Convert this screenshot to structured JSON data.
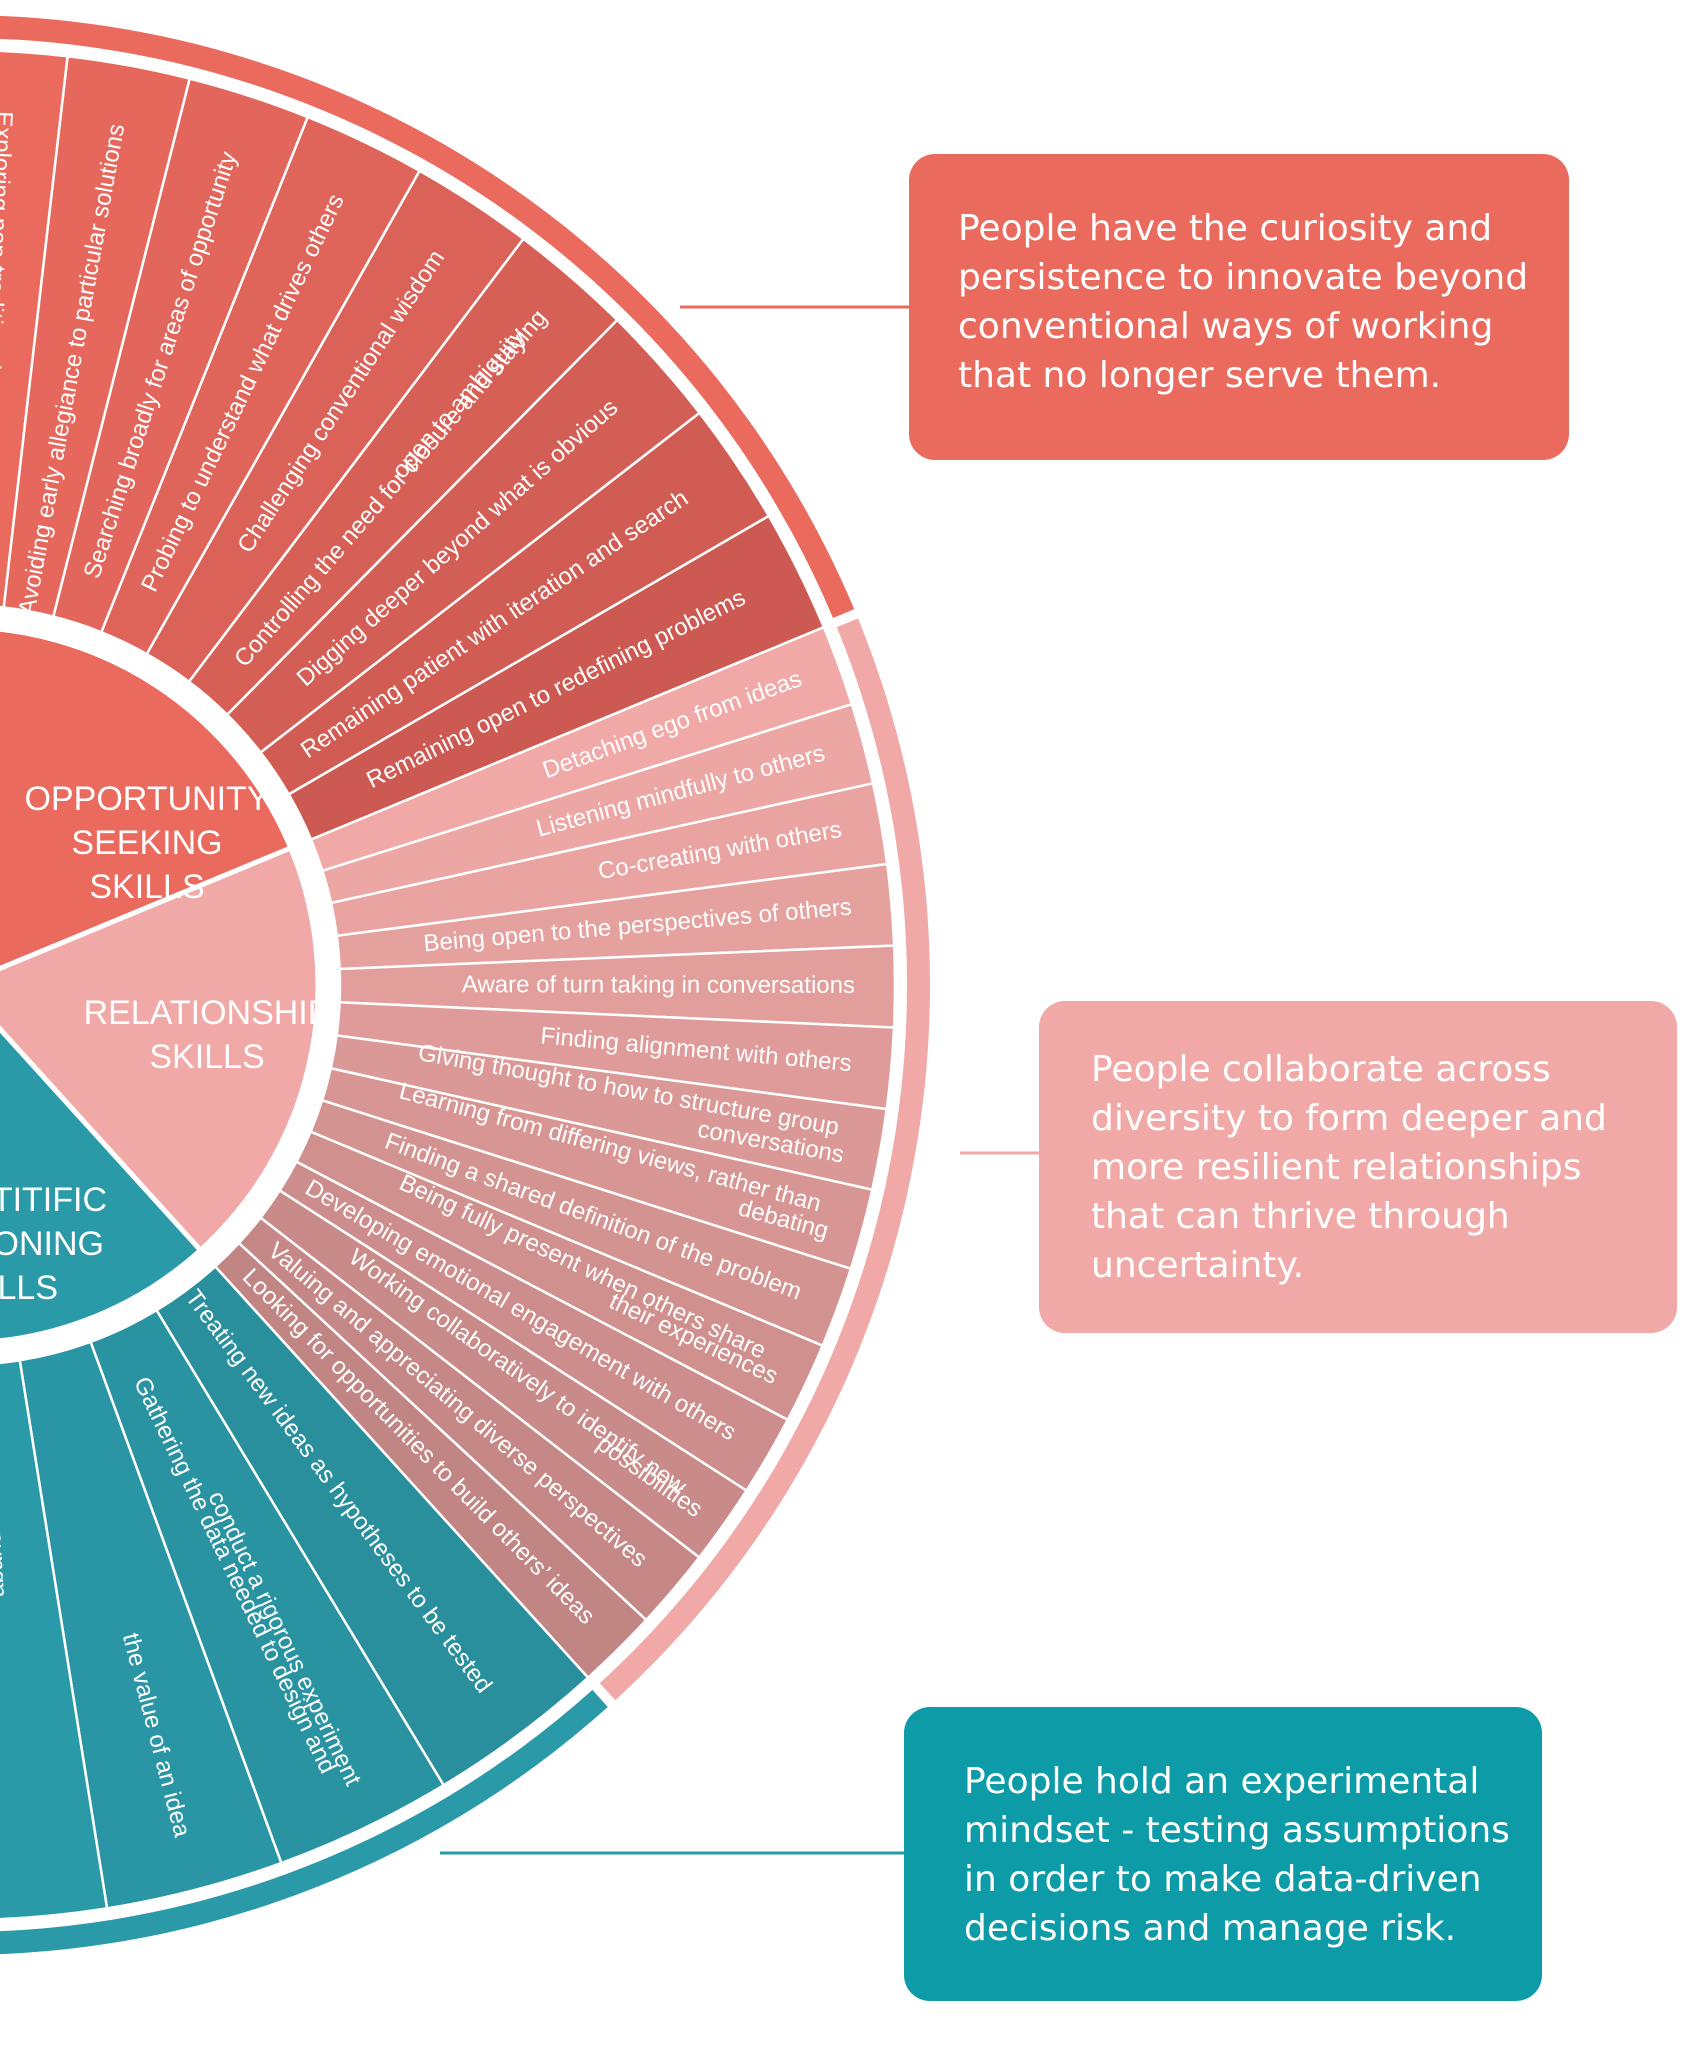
{
  "colors": {
    "opportunity": "#ea6a5e",
    "relationship": "#f0a9a6",
    "scientific": "#2a9aa9"
  },
  "segments": [
    {
      "id": "opportunity",
      "title_lines": [
        "OPPORTUNITY",
        "SEEKING",
        "SKILLS"
      ],
      "items": [
        [
          "Exploring non-traditional and unexpected ideas"
        ],
        [
          "Avoiding early allegiance to particular solutions"
        ],
        [
          "Searching broadly for areas of opportunity"
        ],
        [
          "Probing to understand what drives others"
        ],
        [
          "Challenging conventional wisdom"
        ],
        [
          "Controlling the need for closure and staying",
          "open to ambiguity"
        ],
        [
          "Digging deeper beyond what is obvious"
        ],
        [
          "Remaining patient with iteration and search"
        ],
        [
          "Remaining open to redefining problems"
        ]
      ]
    },
    {
      "id": "relationship",
      "title_lines": [
        "RELATIONSHIP",
        "SKILLS"
      ],
      "items": [
        [
          "Detaching ego from ideas"
        ],
        [
          "Listening mindfully to others"
        ],
        [
          "Co-creating with others"
        ],
        [
          "Being open to the perspectives of others"
        ],
        [
          "Aware of turn taking in conversations"
        ],
        [
          "Finding alignment with others"
        ],
        [
          "Giving thought to how to structure group",
          "conversations"
        ],
        [
          "Learning from differing views, rather than",
          "debating"
        ],
        [
          "Finding a shared definition of the problem"
        ],
        [
          "Being fully present when others share",
          "their experiences"
        ],
        [
          "Developing emotional engagement with others"
        ],
        [
          "Working collaboratively to identify new",
          "possibilities"
        ],
        [
          "Valuing and appreciating diverse perspectives"
        ],
        [
          "Looking for opportunities to build others’ ideas"
        ]
      ]
    },
    {
      "id": "scientific",
      "title_lines": [
        "TITIFIC",
        "ONING",
        "LLS"
      ],
      "items": [
        [
          "Treating new ideas as hypotheses to be tested"
        ],
        [
          "Gathering the data needed to design and",
          "conduct a rigorous experiment"
        ],
        [
          "the value of an idea"
        ],
        [
          "abandon new ideas"
        ]
      ]
    }
  ],
  "cards": [
    {
      "lines": [
        "People have the curiosity and",
        "persistence to innovate beyond",
        "conventional ways of working",
        "that no longer serve them."
      ]
    },
    {
      "lines": [
        "People collaborate across",
        "diversity to form deeper and",
        "more resilient relationships",
        "that can thrive through",
        "uncertainty."
      ]
    },
    {
      "lines": [
        "People hold an experimental",
        "mindset - testing assumptions",
        "in order to make data-driven",
        "decisions and manage risk."
      ]
    }
  ]
}
